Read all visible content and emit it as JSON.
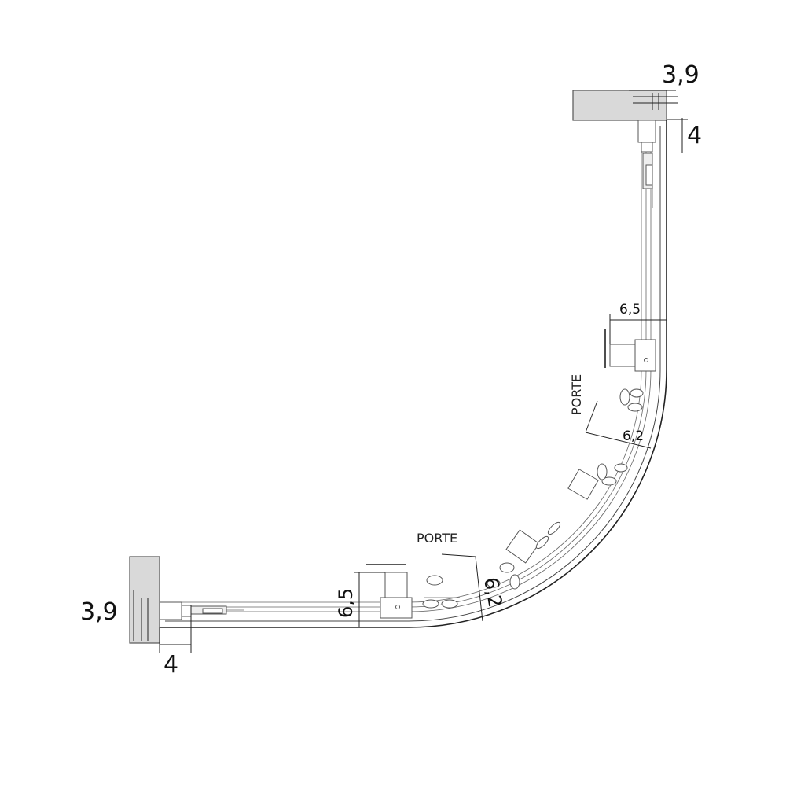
{
  "labels": {
    "top_wall_thickness": "3,9",
    "top_wall_offset": "4",
    "left_wall_thickness": "3,9",
    "left_wall_offset": "4",
    "right_door_width": "6,5",
    "bottom_door_width": "6,5",
    "right_door_curve": "6,2",
    "bottom_door_curve": "6,2",
    "right_door_label": "PORTE",
    "bottom_door_label": "PORTE"
  }
}
